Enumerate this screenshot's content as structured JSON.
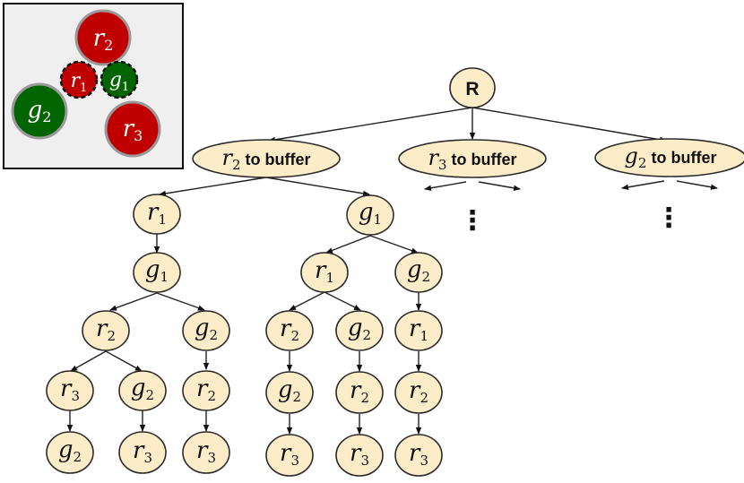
{
  "inset": {
    "objects": [
      {
        "base": "r",
        "sub": "2",
        "color": "#c00000",
        "style": "solid"
      },
      {
        "base": "r",
        "sub": "1",
        "color": "#c00000",
        "style": "dashed"
      },
      {
        "base": "g",
        "sub": "1",
        "color": "#006400",
        "style": "dashed"
      },
      {
        "base": "g",
        "sub": "2",
        "color": "#006400",
        "style": "solid"
      },
      {
        "base": "r",
        "sub": "3",
        "color": "#c00000",
        "style": "solid"
      }
    ],
    "colors": {
      "red": "#c00000",
      "green": "#006400",
      "panel": "#efefef"
    }
  },
  "tree": {
    "root": {
      "label": "R"
    },
    "actions": [
      {
        "base": "r",
        "sub": "2",
        "text": "to buffer"
      },
      {
        "base": "r",
        "sub": "3",
        "text": "to buffer"
      },
      {
        "base": "g",
        "sub": "2",
        "text": "to buffer"
      }
    ],
    "nodes": [
      {
        "base": "r",
        "sub": "1"
      },
      {
        "base": "g",
        "sub": "1"
      },
      {
        "base": "g",
        "sub": "1"
      },
      {
        "base": "r",
        "sub": "1"
      },
      {
        "base": "g",
        "sub": "2"
      },
      {
        "base": "r",
        "sub": "2"
      },
      {
        "base": "g",
        "sub": "2"
      },
      {
        "base": "r",
        "sub": "2"
      },
      {
        "base": "g",
        "sub": "2"
      },
      {
        "base": "r",
        "sub": "1"
      },
      {
        "base": "r",
        "sub": "3"
      },
      {
        "base": "g",
        "sub": "2"
      },
      {
        "base": "r",
        "sub": "2"
      },
      {
        "base": "g",
        "sub": "2"
      },
      {
        "base": "r",
        "sub": "2"
      },
      {
        "base": "r",
        "sub": "2"
      },
      {
        "base": "g",
        "sub": "2"
      },
      {
        "base": "r",
        "sub": "3"
      },
      {
        "base": "r",
        "sub": "3"
      },
      {
        "base": "r",
        "sub": "3"
      },
      {
        "base": "r",
        "sub": "3"
      },
      {
        "base": "r",
        "sub": "3"
      }
    ],
    "ellipsis": "⋮",
    "fill_color": "#fdecc8"
  }
}
